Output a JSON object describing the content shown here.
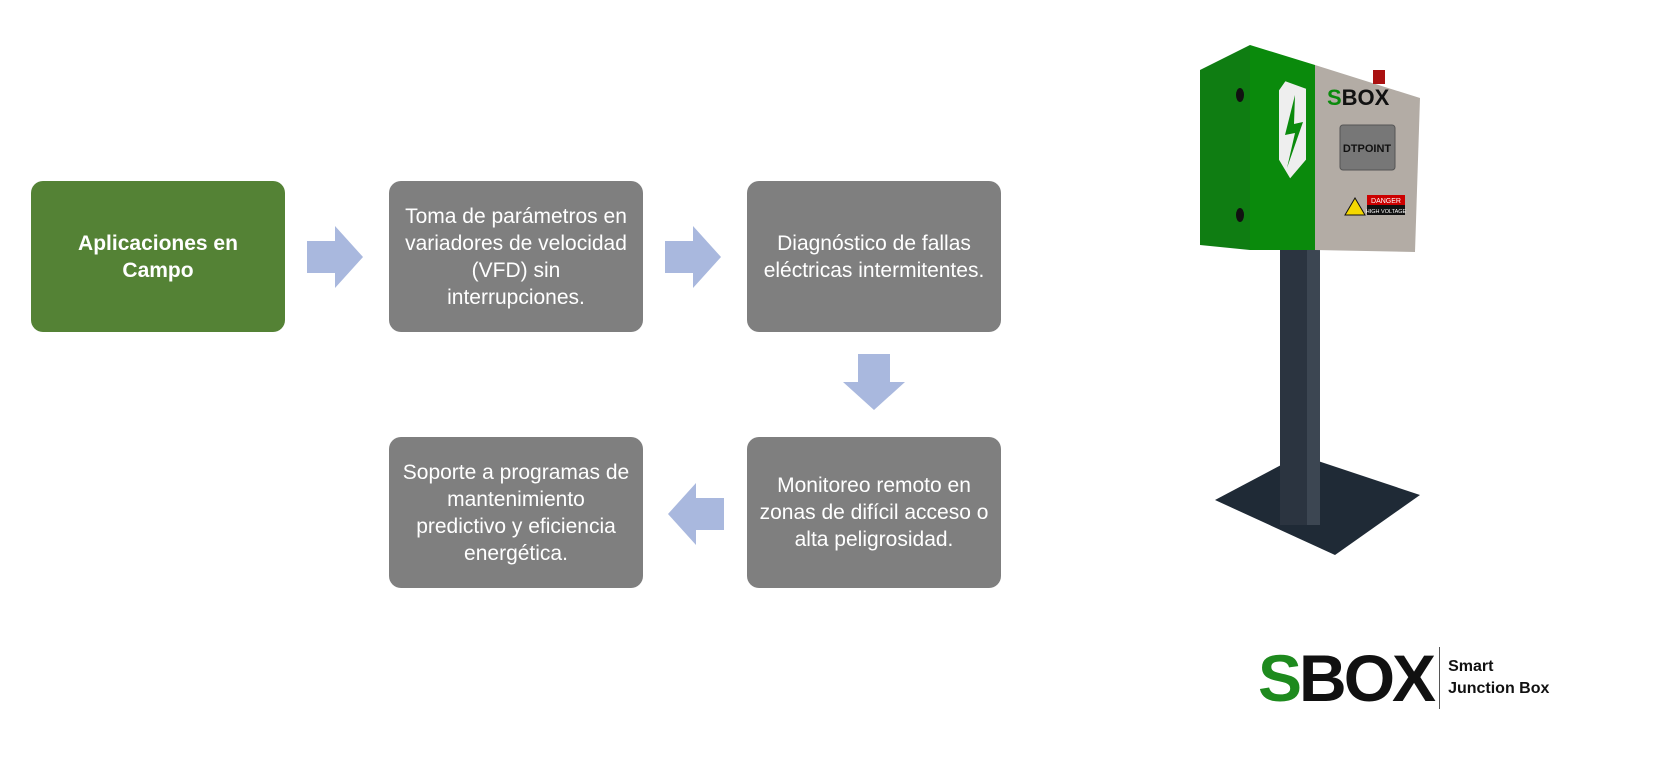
{
  "flow": {
    "title_box": "Aplicaciones en Campo",
    "steps": [
      "Toma de parámetros en variadores de velocidad (VFD) sin interrupciones.",
      "Diagnóstico de fallas eléctricas intermitentes.",
      "Monitoreo remoto en zonas de difícil acceso o alta peligrosidad.",
      "Soporte a programas de mantenimiento predictivo y eficiencia energética."
    ]
  },
  "device": {
    "brand": "SBOX",
    "display": "DTPOINT",
    "warning": "DANGER",
    "warning_sub": "HIGH VOLTAGE"
  },
  "logo": {
    "first_letter": "S",
    "rest": "BOX",
    "line1": "Smart",
    "line2": "Junction Box"
  },
  "colors": {
    "green_box": "#548235",
    "gray_box": "#7f7f7f",
    "arrow": "#a9b8de",
    "brand_green": "#1e8a1e"
  }
}
